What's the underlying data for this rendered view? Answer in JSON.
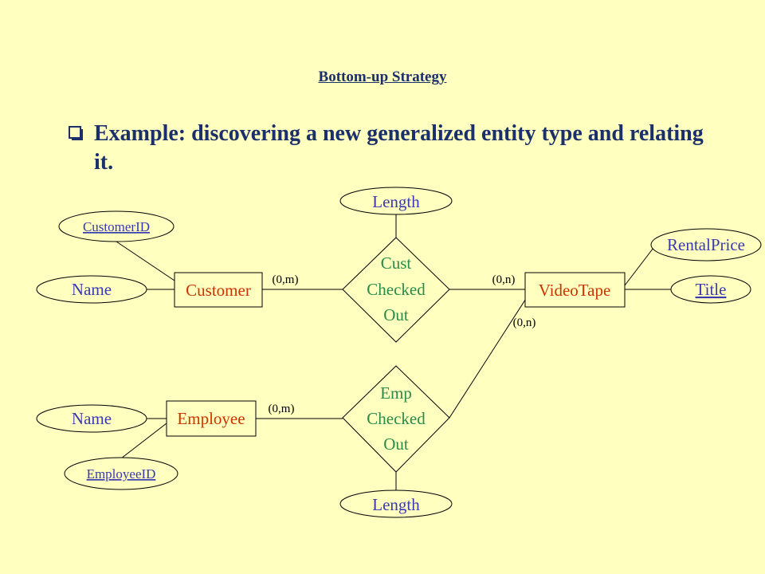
{
  "slide": {
    "title": "Bottom-up Strategy",
    "bullet": "Example: discovering a new generalized entity type and relating it."
  },
  "diagram": {
    "entities": {
      "customer": "Customer",
      "employee": "Employee",
      "videotape": "VideoTape"
    },
    "relationships": {
      "cust_checked_out": [
        "Cust",
        "Checked",
        "Out"
      ],
      "emp_checked_out": [
        "Emp",
        "Checked",
        "Out"
      ]
    },
    "attributes": {
      "customer_id": "CustomerID",
      "customer_name": "Name",
      "employee_name": "Name",
      "employee_id": "EmployeeID",
      "cust_length": "Length",
      "emp_length": "Length",
      "rental_price": "RentalPrice",
      "title": "Title"
    },
    "cardinalities": {
      "customer_cust": "(0,m)",
      "videotape_cust": "(0,n)",
      "videotape_emp": "(0,n)",
      "employee_emp": "(0,m)"
    }
  },
  "colors": {
    "background": "#ffffc0",
    "title_text": "#1b2f6b",
    "entity_text": "#cc3300",
    "attribute_text": "#3a3ab0",
    "relationship_text": "#2a8a4a",
    "line": "#000000"
  }
}
